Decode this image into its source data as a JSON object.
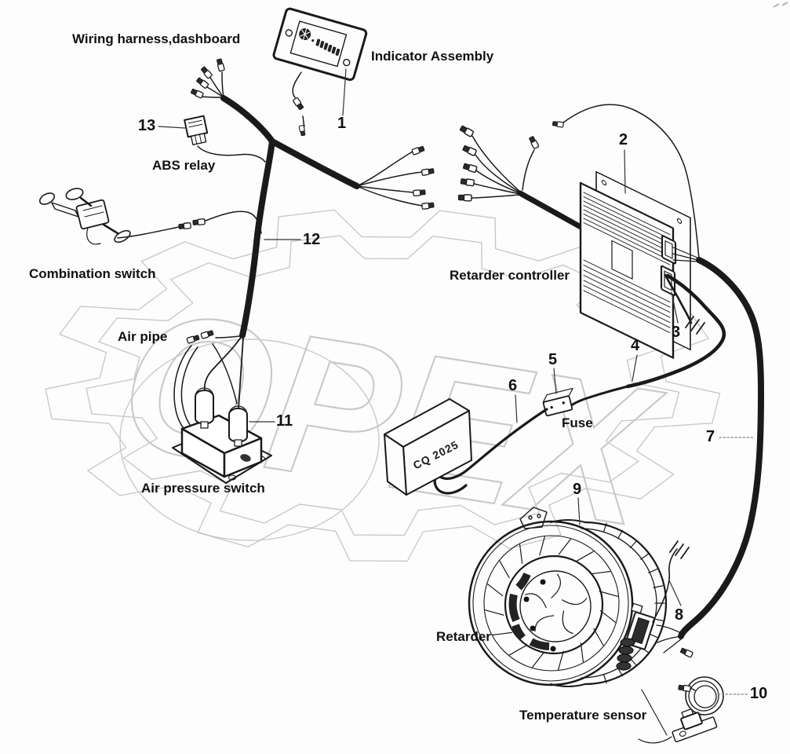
{
  "diagram": {
    "component_labels": {
      "wiring_harness": "Wiring harness,dashboard",
      "indicator_assembly": "Indicator Assembly",
      "abs_relay": "ABS relay",
      "combination_switch": "Combination switch",
      "retarder_controller": "Retarder controller",
      "air_pipe": "Air pipe",
      "fuse": "Fuse",
      "air_pressure_switch": "Air pressure switch",
      "retarder": "Retarder",
      "temperature_sensor": "Temperature sensor"
    },
    "box_marking": "CQ 2025",
    "callouts": {
      "c1": "1",
      "c2": "2",
      "c3": "3",
      "c4": "4",
      "c5": "5",
      "c6": "6",
      "c7": "7",
      "c8": "8",
      "c9": "9",
      "c10": "10",
      "c11": "11",
      "c12": "12",
      "c13": "13"
    },
    "watermark": {
      "text": "OPEX",
      "color": "#c9c9c9"
    },
    "colors": {
      "background": "#fdfdfd",
      "line": "#1a1a1a",
      "watermark": "#c9c9c9"
    }
  }
}
